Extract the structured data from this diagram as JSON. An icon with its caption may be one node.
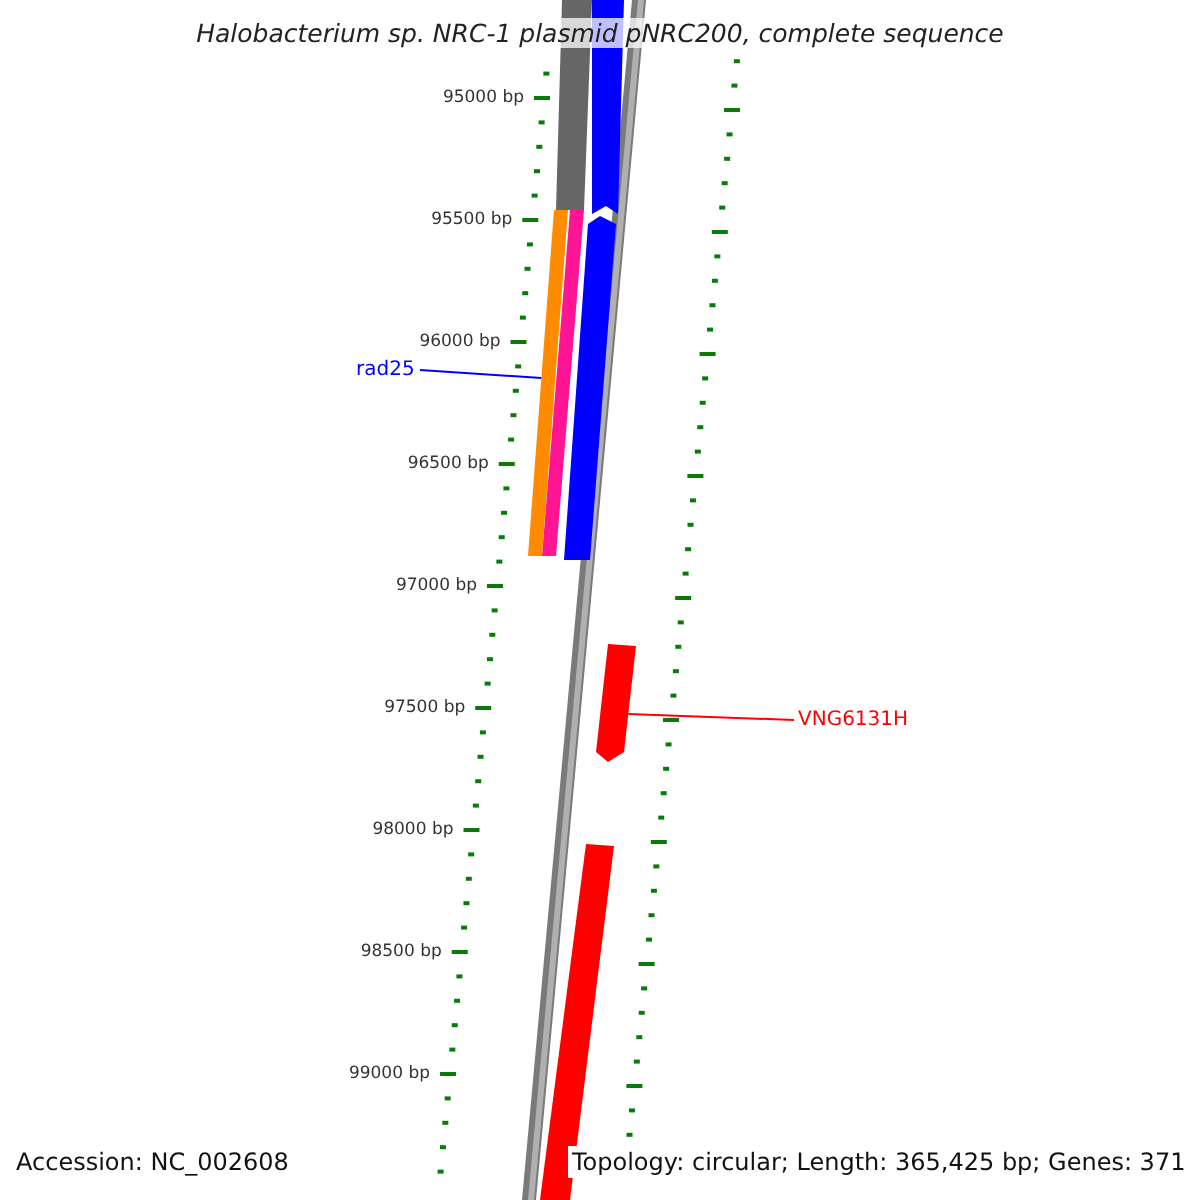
{
  "diagram": {
    "title": "Halobacterium sp. NRC-1 plasmid pNRC200, complete sequence",
    "nodes": [
      {
        "text": [
          "rad25"
        ]
      },
      {
        "text": [],
        "shape": "bar"
      },
      {
        "text": [
          "VNG6131H"
        ]
      },
      {
        "text": [],
        "shape": "bar"
      }
    ],
    "edges": [
      {
        "from": 0,
        "to": 1,
        "arrow": "none",
        "color": "#0000ff"
      },
      {
        "from": 2,
        "to": 3,
        "arrow": "none",
        "color": "#ff0000"
      }
    ],
    "labels": [
      "95000 bp",
      "95500 bp",
      "96000 bp",
      "96500 bp",
      "97000 bp",
      "97500 bp",
      "98000 bp",
      "98500 bp",
      "99000 bp",
      "Accession: NC_002608",
      "Topology: circular; Length: 365,425 bp; Genes: 371"
    ]
  }
}
